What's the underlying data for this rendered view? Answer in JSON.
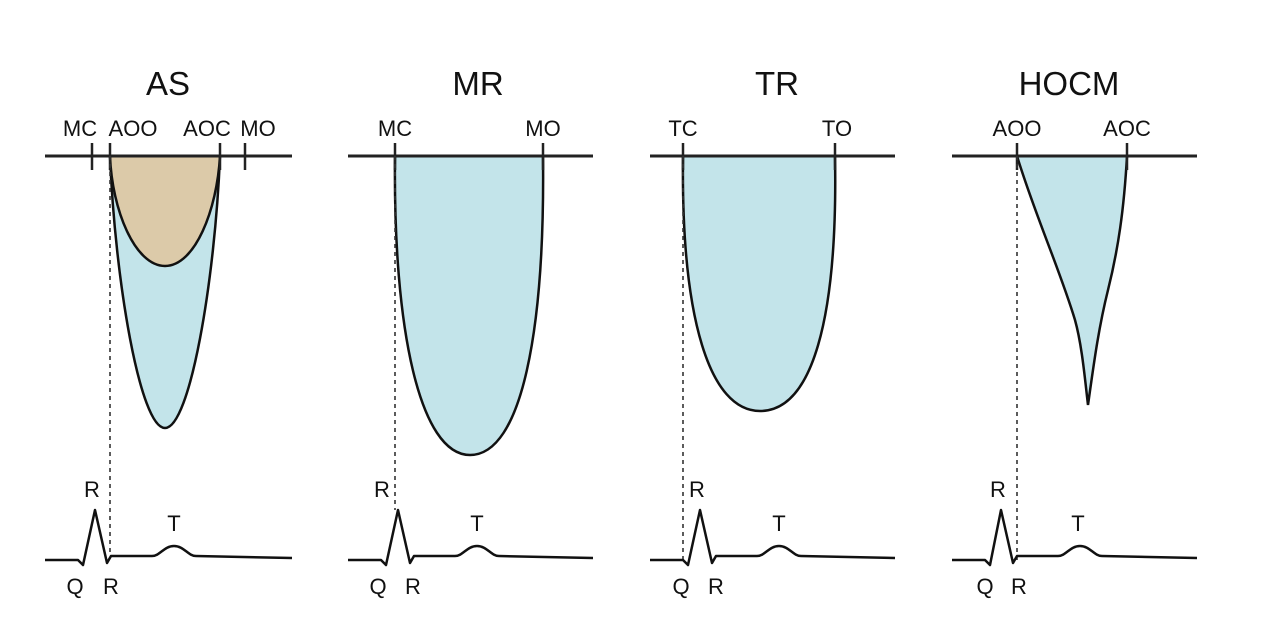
{
  "colors": {
    "regurgitant_fill": "#c3e4ea",
    "stenosis_fill": "#dccaa9",
    "line": "#111111"
  },
  "panels": [
    {
      "title": "AS",
      "timing_labels": [
        "MC",
        "AOO",
        "AOC",
        "MO"
      ],
      "ecg_labels": {
        "peak": "R",
        "q": "Q",
        "r_after": "R",
        "t": "T"
      }
    },
    {
      "title": "MR",
      "timing_labels": [
        "MC",
        "MO"
      ],
      "ecg_labels": {
        "peak": "R",
        "q": "Q",
        "r_after": "R",
        "t": "T"
      }
    },
    {
      "title": "TR",
      "timing_labels": [
        "TC",
        "TO"
      ],
      "ecg_labels": {
        "peak": "R",
        "q": "Q",
        "r_after": "R",
        "t": "T"
      }
    },
    {
      "title": "HOCM",
      "timing_labels": [
        "AOO",
        "AOC"
      ],
      "ecg_labels": {
        "peak": "R",
        "q": "Q",
        "r_after": "R",
        "t": "T"
      }
    }
  ]
}
